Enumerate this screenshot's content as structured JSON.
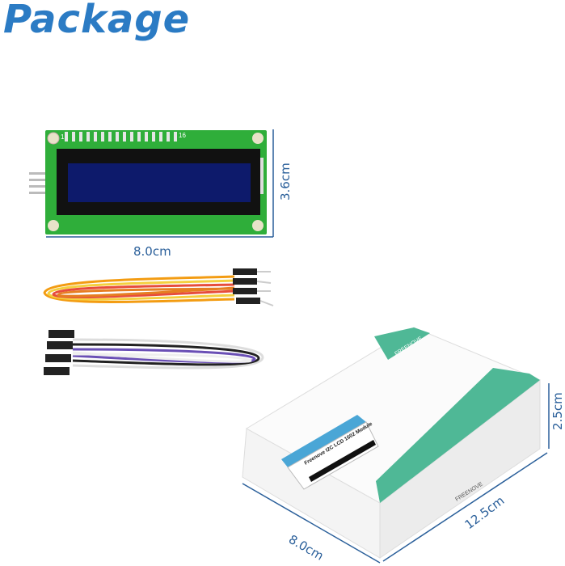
{
  "title": "Package",
  "lcd": {
    "width_label": "8.0cm",
    "height_label": "3.6cm",
    "pin_first": "1",
    "pin_last": "16"
  },
  "box": {
    "brand": "FREENOVE",
    "label_title": "Freenove I2C LCD 1602 Module",
    "width_label": "8.0cm",
    "length_label": "12.5cm",
    "height_label": "2.5cm"
  },
  "colors": {
    "title": "#2b7bc4",
    "dimension": "#2a5f9a",
    "pcb": "#2fae3a",
    "screen": "#0d1a6b",
    "box_green": "#4fb896"
  }
}
